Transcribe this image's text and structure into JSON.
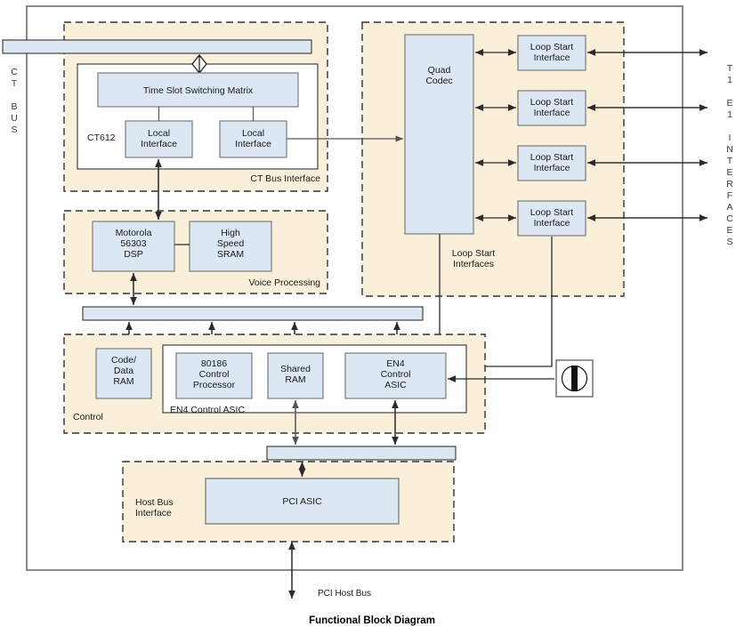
{
  "figure": {
    "caption": "Functional Block Diagram",
    "colors": {
      "block_fill": "#dce7f4",
      "group_fill": "#faf0da",
      "group_border": "#333333",
      "block_border": "#7b7b7b",
      "board_border": "#6e6e6e",
      "line": "#2b2b2b",
      "text": "#1a1a1a",
      "page_background": "#ffffff"
    }
  },
  "edge_labels": {
    "ct_bus": [
      "C",
      "T",
      "",
      "B",
      "U",
      "S"
    ],
    "t1e1": [
      "T",
      "1",
      "",
      "E",
      "1",
      "",
      "I",
      "N",
      "T",
      "E",
      "R",
      "F",
      "A",
      "C",
      "E",
      "S"
    ],
    "pci_host_bus": "PCI Host Bus"
  },
  "groups": {
    "ct_bus_interface": {
      "label": "CT Bus Interface",
      "inner_label": "CT612",
      "blocks": [
        {
          "id": "tssm",
          "label": "Time Slot Switching Matrix"
        },
        {
          "id": "local-interface-left",
          "label": "Local\nInterface",
          "lines": [
            "Local",
            "Interface"
          ]
        },
        {
          "id": "local-interface-right",
          "label": "Local\nInterface",
          "lines": [
            "Local",
            "Interface"
          ]
        }
      ]
    },
    "voice_processing": {
      "label": "Voice Processing",
      "blocks": [
        {
          "id": "dsp",
          "lines": [
            "Motorola",
            "56303",
            "DSP"
          ]
        },
        {
          "id": "sram",
          "lines": [
            "High",
            "Speed",
            "SRAM"
          ]
        }
      ]
    },
    "loop_start_interfaces": {
      "label": "Loop Start\nInterfaces",
      "label_lines": [
        "Loop Start",
        "Interfaces"
      ],
      "blocks": [
        {
          "id": "quad-codec",
          "lines": [
            "Quad",
            "Codec"
          ]
        },
        {
          "id": "loop-start-interface-1",
          "lines": [
            "Loop Start",
            "Interface"
          ]
        },
        {
          "id": "loop-start-interface-2",
          "lines": [
            "Loop Start",
            "Interface"
          ]
        },
        {
          "id": "loop-start-interface-3",
          "lines": [
            "Loop Start",
            "Interface"
          ]
        },
        {
          "id": "loop-start-interface-4",
          "lines": [
            "Loop Start",
            "Interface"
          ]
        }
      ]
    },
    "control": {
      "label": "Control",
      "inner_label": "EN4 Control ASIC",
      "blocks": [
        {
          "id": "code-data-ram",
          "lines": [
            "Code/",
            "Data",
            "RAM"
          ]
        },
        {
          "id": "control-processor",
          "lines": [
            "80186",
            "Control",
            "Processor"
          ]
        },
        {
          "id": "shared-ram",
          "lines": [
            "Shared",
            "RAM"
          ]
        },
        {
          "id": "en4-control-asic",
          "lines": [
            "EN4",
            "Control",
            "ASIC"
          ]
        }
      ]
    },
    "host_bus_interface": {
      "label": "Host Bus\nInterface",
      "label_lines": [
        "Host Bus",
        "Interface"
      ],
      "blocks": [
        {
          "id": "pci-asic",
          "label": "PCI ASIC"
        }
      ]
    }
  },
  "icons": {
    "connector_jack": "connector-jack-icon",
    "bus_tap": "diamond-bus-tap-icon"
  },
  "buses": [
    {
      "id": "ct-bus-bar"
    },
    {
      "id": "internal-bus-bar"
    },
    {
      "id": "pci-bus-bar"
    }
  ]
}
